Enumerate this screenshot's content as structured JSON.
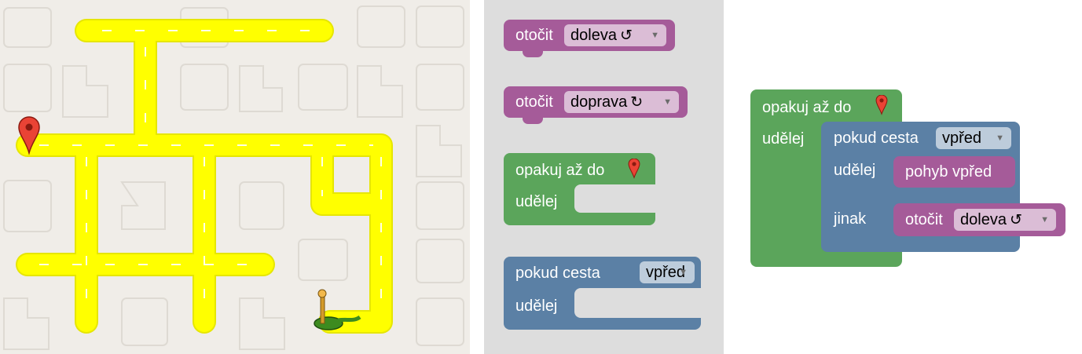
{
  "maze": {
    "start_icon": "map-marker-icon",
    "goal_icon": "pegman-flag-icon"
  },
  "toolbox": {
    "turn_left": {
      "label": "otočit",
      "direction": "doleva",
      "rotate_glyph": "↺"
    },
    "turn_right": {
      "label": "otočit",
      "direction": "doprava",
      "rotate_glyph": "↻"
    },
    "repeat_until": {
      "label": "opakuj až do",
      "do_label": "udělej",
      "target_icon": "map-marker-icon"
    },
    "if_path": {
      "label": "pokud cesta",
      "direction": "vpřed",
      "do_label": "udělej"
    }
  },
  "workspace": {
    "repeat": {
      "label": "opakuj až do",
      "do_label": "udělej",
      "target_icon": "map-marker-icon"
    },
    "if_else": {
      "label": "pokud cesta",
      "direction": "vpřed",
      "do_label": "udělej",
      "else_label": "jinak"
    },
    "move": {
      "label": "pohyb vpřed"
    },
    "turn": {
      "label": "otočit",
      "direction": "doleva",
      "rotate_glyph": "↺"
    }
  },
  "colors": {
    "path": "#ffff00",
    "background": "#f0ede8",
    "toolbox_bg": "#dddddd",
    "motion_block": "#a55b99",
    "loop_block": "#5ba55b",
    "logic_block": "#5b80a5"
  }
}
